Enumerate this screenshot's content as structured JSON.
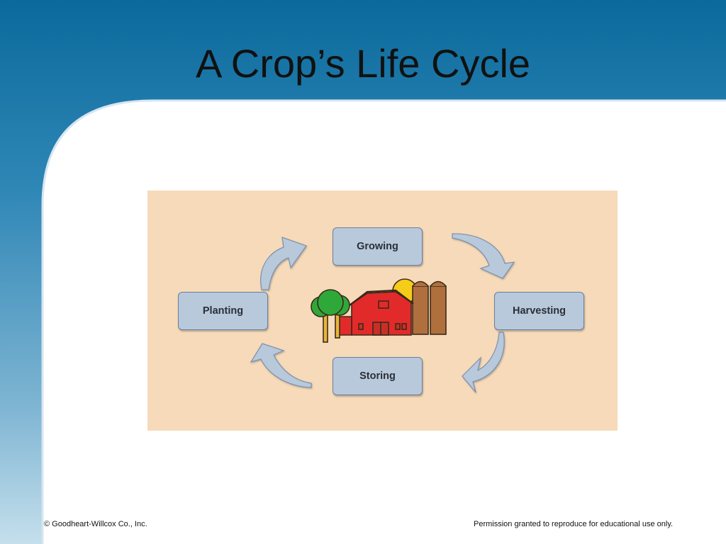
{
  "slide": {
    "title": "A Crop’s Life Cycle"
  },
  "diagram": {
    "nodes": {
      "growing": "Growing",
      "harvesting": "Harvesting",
      "storing": "Storing",
      "planting": "Planting"
    },
    "center_icon": "farm-barn-silos-trees-illustration",
    "colors": {
      "panel": "#f6dab9",
      "node_fill": "#b8c9dc",
      "arrow_fill": "#b8c9dc"
    }
  },
  "footer": {
    "copyright": "© Goodheart-Willcox Co., Inc.",
    "permission": "Permission granted to reproduce for educational use only."
  }
}
